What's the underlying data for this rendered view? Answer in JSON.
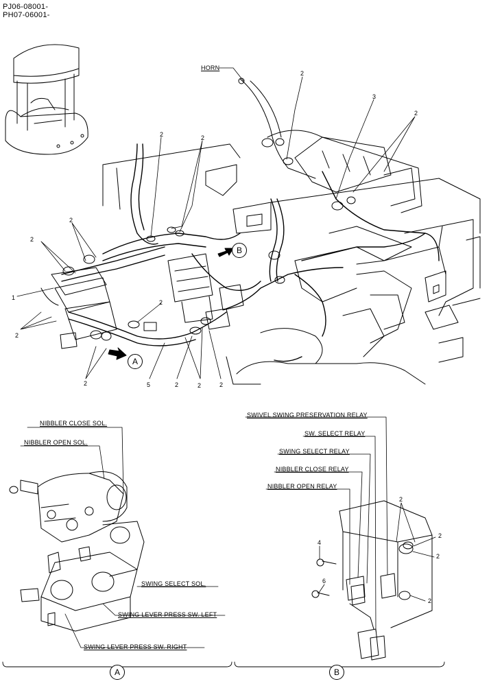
{
  "header": {
    "code1": "PJ06-08001-",
    "code2": "PH07-06001-"
  },
  "main_labels": {
    "horn": "HORN"
  },
  "callouts": {
    "n1": "1",
    "n2": "2",
    "n3": "3",
    "n4": "4",
    "n5": "5",
    "n6": "6"
  },
  "views": {
    "a": "A",
    "b": "B"
  },
  "detail_a": {
    "nibbler_close_sol": "NIBBLER CLOSE SOL.",
    "nibbler_open_sol": "NIBBLER OPEN SOL.",
    "swing_select_sol": "SWING SELECT SOL.",
    "swing_lever_press_sw_left": "SWING LEVER PRESS SW. LEFT",
    "swing_lever_press_sw_right": "SWING LEVER PRESS SW. RIGHT"
  },
  "detail_b": {
    "swivel_swing_preservation_relay": "SWIVEL SWING PRESERVATION RELAY",
    "sw_select_relay": "SW. SELECT RELAY",
    "swing_select_relay": "SWING SELECT RELAY",
    "nibbler_close_relay": "NIBBLER CLOSE RELAY",
    "nibbler_open_relay": "NIBBLER OPEN RELAY"
  }
}
